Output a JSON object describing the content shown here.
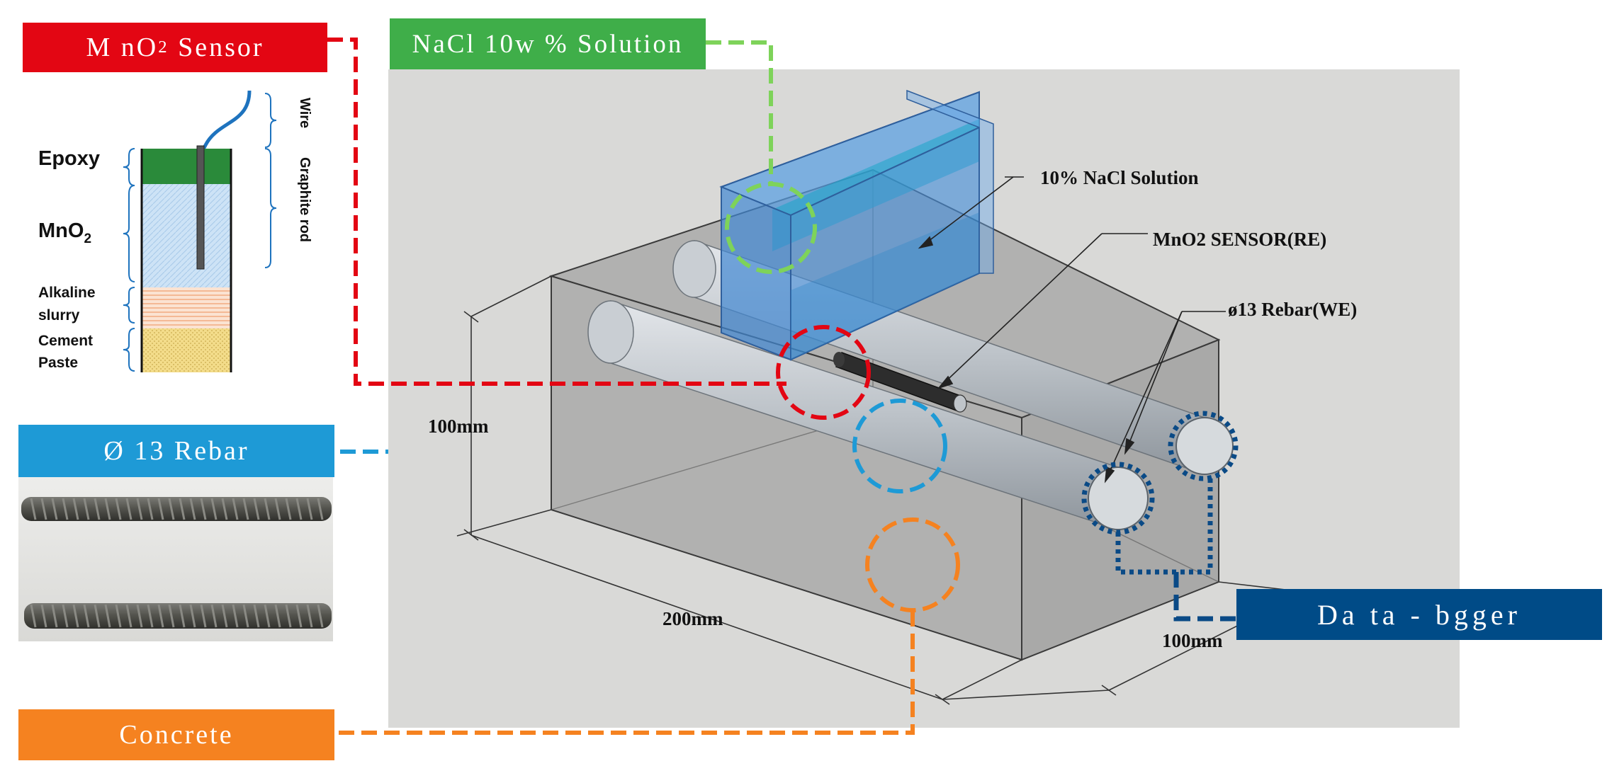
{
  "labels": {
    "mno2_sensor_prefix": "M nO",
    "mno2_sensor_sub": "2",
    "mno2_sensor_suffix": " Sensor",
    "nacl_solution_tag": "NaCl 10w % Solution",
    "rebar_tag": "Ø 13 Rebar",
    "concrete_tag": "Concrete",
    "datalogger_tag": "Da ta - bgger"
  },
  "sensor_diagram": {
    "wire": "Wire",
    "graphite_rod": "Graphite rod",
    "epoxy": "Epoxy",
    "mno2": "MnO",
    "mno2_sub": "2",
    "alkaline_1": "Alkaline",
    "alkaline_2": "slurry",
    "cement_1": "Cement",
    "cement_2": "Paste"
  },
  "annotations": {
    "nacl": "10% NaCl Solution",
    "sensor": "MnO2 SENSOR(RE)",
    "rebar": "ø13 Rebar(WE)"
  },
  "dimensions": {
    "height": "100mm",
    "length": "200mm",
    "width": "100mm"
  },
  "colors": {
    "red": "#e30613",
    "green": "#3fae49",
    "blue": "#1e9ad6",
    "orange": "#f58220",
    "navy": "#004b87",
    "panel": "#d9d9d7"
  }
}
